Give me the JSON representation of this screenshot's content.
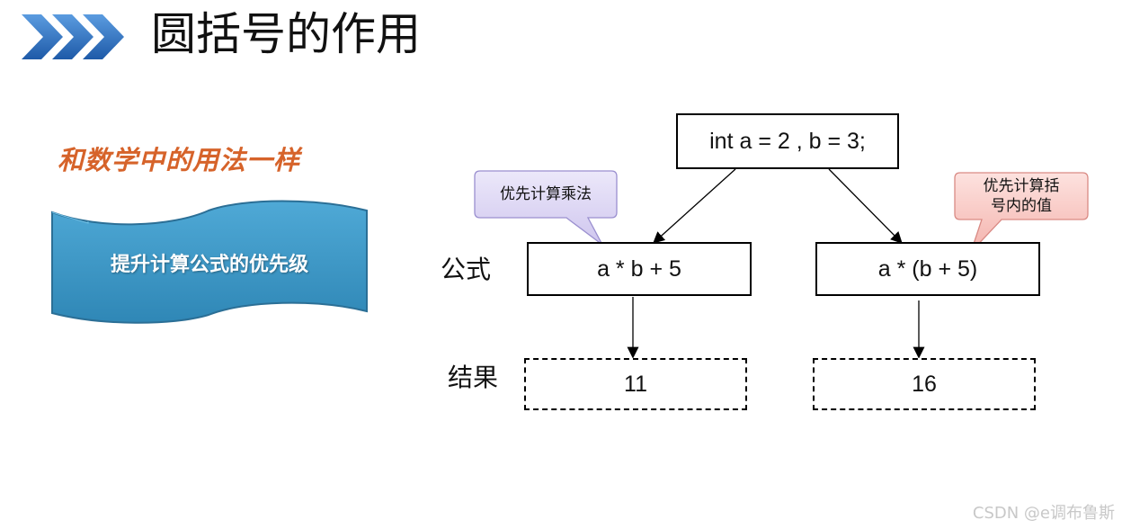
{
  "header": {
    "title": "圆括号的作用"
  },
  "left_panel": {
    "subtitle": "和数学中的用法一样",
    "banner_text": "提升计算公式的优先级"
  },
  "diagram": {
    "declaration": "int a = 2 , b = 3;",
    "row_labels": {
      "formula": "公式",
      "result": "结果"
    },
    "left": {
      "formula": "a * b + 5",
      "result": "11",
      "callout": "优先计算乘法"
    },
    "right": {
      "formula": "a * (b + 5)",
      "result": "16",
      "callout_line1": "优先计算括",
      "callout_line2": "号内的值"
    }
  },
  "watermark": "CSDN @e调布鲁斯",
  "colors": {
    "chevron": "#2f6fb8",
    "subtitle": "#d6632a",
    "banner": "#3f9bc7",
    "callout_left_fill": "#dcd6f2",
    "callout_right_fill": "#f7c6c2"
  }
}
